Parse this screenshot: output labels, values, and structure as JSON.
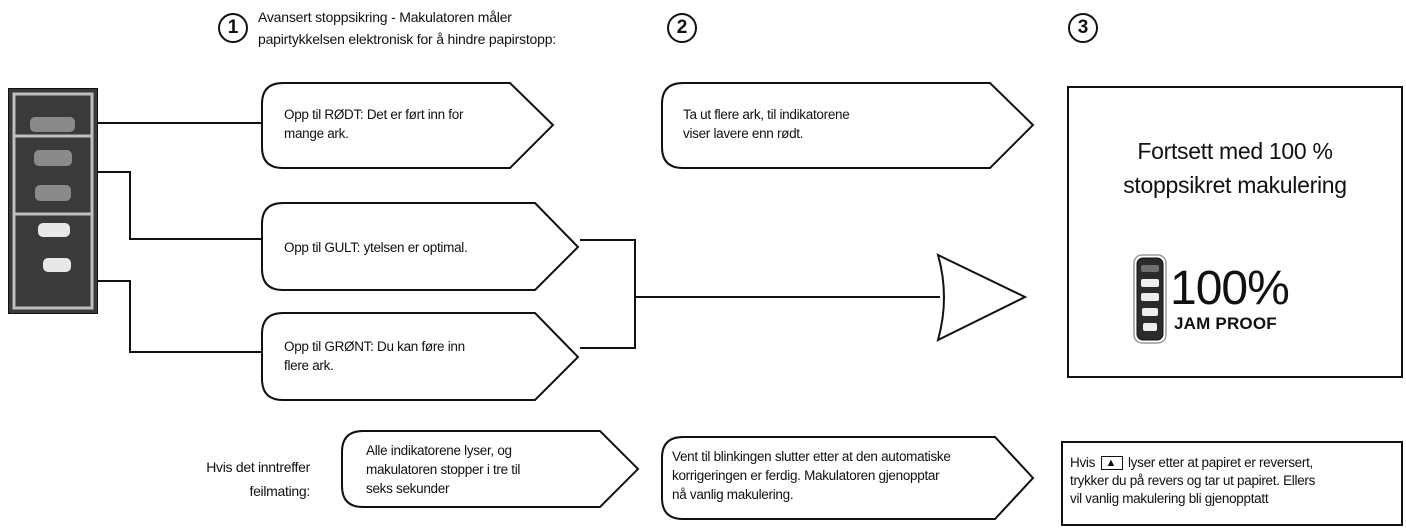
{
  "steps": [
    {
      "number": "1",
      "heading": [
        "Avansert stoppsikring - Makulatoren måler",
        "papirtykkelsen elektronisk for å hindre papirstopp:"
      ]
    },
    {
      "number": "2"
    },
    {
      "number": "3"
    }
  ],
  "conditions": [
    {
      "lines": [
        "Opp til RØDT: Det er ført inn for",
        "mange ark."
      ]
    },
    {
      "lines": [
        "Opp til GULT: ytelsen er optimal."
      ]
    },
    {
      "lines": [
        "Opp til GRØNT: Du kan føre inn",
        "flere ark."
      ]
    }
  ],
  "actions": [
    {
      "lines": [
        "Ta ut flere ark, til indikatorene",
        "viser lavere enn rødt."
      ]
    }
  ],
  "result": {
    "title_lines": [
      "Fortsett med 100 %",
      "stoppsikret makulering"
    ],
    "percent": "100%",
    "badge": "JAM PROOF"
  },
  "error_row": {
    "label_lines": [
      "Hvis det inntreffer",
      "feilmating:"
    ],
    "condition_lines": [
      "Alle indikatorene lyser, og",
      "makulatoren stopper i tre til",
      "seks sekunder"
    ],
    "action_lines": [
      "Vent til blinkingen slutter etter at den automatiske",
      "korrigeringen er ferdig. Makulatoren gjenopptar",
      "nå vanlig makulering."
    ],
    "note_lines": [
      "Hvis",
      "lyser etter at papiret er reversert,",
      "trykker du på revers og tar ut papiret. Ellers",
      "vil vanlig makulering bli gjenopptatt"
    ]
  },
  "icons": {
    "indicator_panel": "shredder-indicator-panel-icon",
    "jam_proof_meter": "jam-proof-meter-icon",
    "reverse_key": "reverse-key-icon"
  },
  "colors": {
    "panel_dark": "#3a3a3a",
    "panel_border": "#bfbfbf",
    "light_grey": "#8a8a8a",
    "light_white": "#e8e8e8",
    "line": "#111111"
  }
}
